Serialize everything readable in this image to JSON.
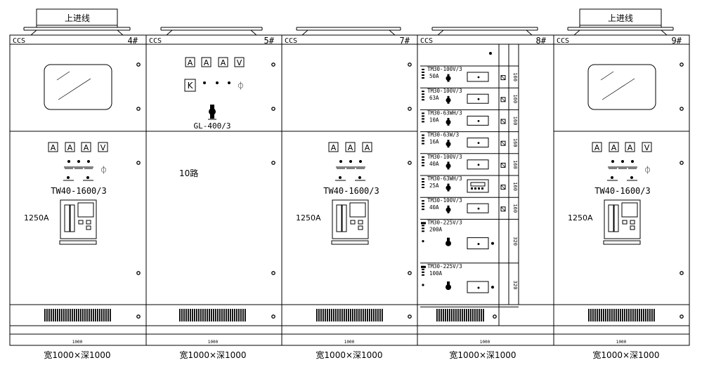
{
  "panels": [
    {
      "cabinet_label": "CCS",
      "number": "4#",
      "roof_label": "上进线",
      "top_feature": "window",
      "meters": [
        "A",
        "A",
        "A",
        "V"
      ],
      "breaker_model": "TW40-1600/3",
      "current": "1250A",
      "dim": "1000",
      "size_caption": "宽1000×深1000"
    },
    {
      "cabinet_label": "CCS",
      "number": "5#",
      "top_meters": [
        "A",
        "A",
        "A",
        "V"
      ],
      "k_label": "K",
      "switch_model": "GL-400/3",
      "feeder_note": "10路",
      "dim": "1000",
      "size_caption": "宽1000×深1000"
    },
    {
      "cabinet_label": "CCS",
      "number": "7#",
      "meters": [
        "A",
        "A",
        "A"
      ],
      "breaker_model": "TW40-1600/3",
      "current": "1250A",
      "dim": "1000",
      "size_caption": "宽1000×深1000"
    },
    {
      "cabinet_label": "CCS",
      "number": "8#",
      "drawers": [
        {
          "model": "TM30-100V/3",
          "rating": "50A",
          "height": "160",
          "type": "knob"
        },
        {
          "model": "TM30-100V/3",
          "rating": "63A",
          "height": "160",
          "type": "knob"
        },
        {
          "model": "TM30-63WH/3",
          "rating": "10A",
          "height": "160",
          "type": "knob"
        },
        {
          "model": "TM30-63W/3",
          "rating": "16A",
          "height": "160",
          "type": "knob"
        },
        {
          "model": "TM30-100V/3",
          "rating": "40A",
          "height": "160",
          "type": "knob"
        },
        {
          "model": "TM30-63WH/3",
          "rating": "25A",
          "height": "160",
          "type": "meter"
        },
        {
          "model": "TM30-100V/3",
          "rating": "40A",
          "height": "160",
          "type": "knob"
        },
        {
          "model": "TM30-225V/3",
          "rating": "200A",
          "height": "320",
          "type": "big"
        },
        {
          "model": "TM30-225V/3",
          "rating": "100A",
          "height": "320",
          "type": "big"
        }
      ],
      "dim": "1000",
      "size_caption": "宽1000×深1000"
    },
    {
      "cabinet_label": "CCS",
      "number": "9#",
      "roof_label": "上进线",
      "top_feature": "window",
      "meters": [
        "A",
        "A",
        "A",
        "V"
      ],
      "breaker_model": "TW40-1600/3",
      "current": "1250A",
      "dim": "1000",
      "size_caption": "宽1000×深1000"
    }
  ]
}
